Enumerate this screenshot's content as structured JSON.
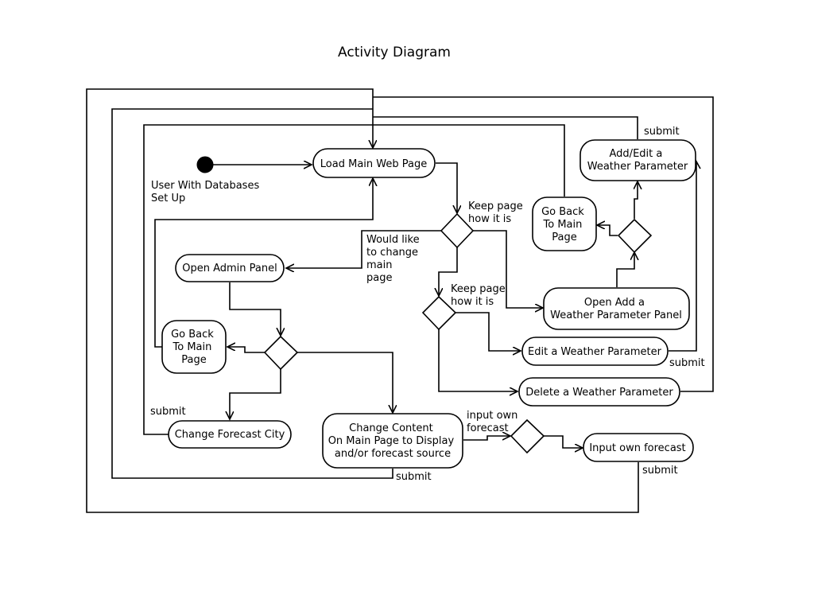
{
  "title": "Activity Diagram",
  "nodes": {
    "start_label": [
      "User With Databases",
      "Set Up"
    ],
    "load_main": [
      "Load Main Web Page"
    ],
    "admin_panel": [
      "Open Admin Panel"
    ],
    "go_back_left": [
      "Go Back",
      "To Main",
      "Page"
    ],
    "change_city": [
      "Change Forecast City"
    ],
    "change_content": [
      "Change Content",
      "On Main Page to Display",
      "and/or forecast source"
    ],
    "go_back_right": [
      "Go Back",
      "To Main",
      "Page"
    ],
    "add_edit_param": [
      "Add/Edit a",
      "Weather Parameter"
    ],
    "open_add_panel": [
      "Open Add a",
      "Weather Parameter Panel"
    ],
    "edit_param": [
      "Edit a Weather Parameter"
    ],
    "delete_param": [
      "Delete a Weather Parameter"
    ],
    "input_forecast": [
      "Input own forecast"
    ]
  },
  "labels": {
    "keep_page_1": [
      "Keep page",
      "how it is"
    ],
    "keep_page_2": [
      "Keep page",
      "how it is"
    ],
    "would_like": [
      "Would like",
      "to change",
      "main",
      "page"
    ],
    "input_own": [
      "input own",
      "forecast"
    ],
    "submit_add_edit": "submit",
    "submit_edit": "submit",
    "submit_city": "submit",
    "submit_content": "submit",
    "submit_input": "submit"
  }
}
